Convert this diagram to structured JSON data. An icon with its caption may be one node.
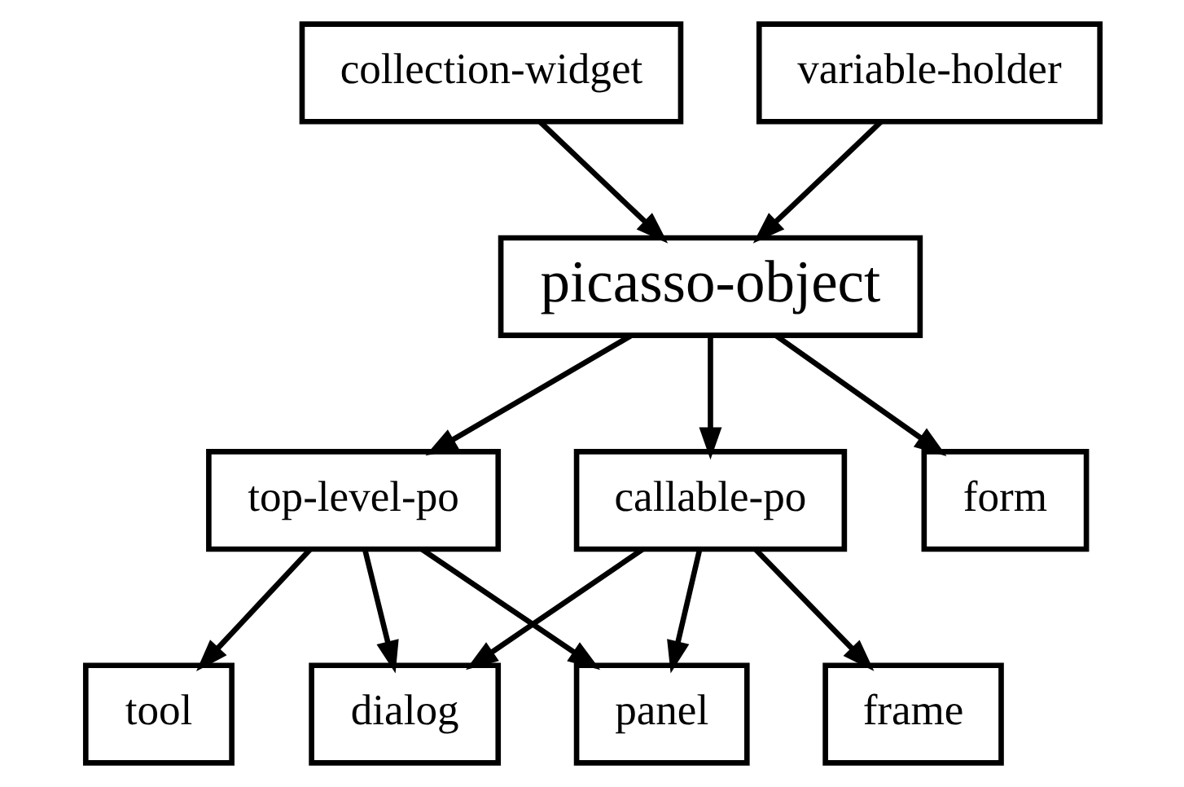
{
  "diagram": {
    "nodes": [
      {
        "text": [
          "collection-widget"
        ]
      },
      {
        "text": [
          "variable-holder"
        ]
      },
      {
        "text": [
          "picasso-object"
        ]
      },
      {
        "text": [
          "top-level-po"
        ]
      },
      {
        "text": [
          "callable-po"
        ]
      },
      {
        "text": [
          "tool"
        ]
      },
      {
        "text": [
          "dialog"
        ]
      },
      {
        "text": [
          "form"
        ]
      },
      {
        "text": [
          "panel"
        ]
      },
      {
        "text": [
          "frame"
        ]
      }
    ],
    "edges": [
      {
        "from": 0,
        "to": 2,
        "arrow": "to"
      },
      {
        "from": 1,
        "to": 2,
        "arrow": "to"
      },
      {
        "from": 2,
        "to": 3,
        "arrow": "to"
      },
      {
        "from": 2,
        "to": 7,
        "arrow": "to"
      },
      {
        "from": 2,
        "to": 4,
        "arrow": "to"
      },
      {
        "from": 3,
        "to": 5,
        "arrow": "to"
      },
      {
        "from": 3,
        "to": 6,
        "arrow": "to"
      },
      {
        "from": 3,
        "to": 8,
        "arrow": "to"
      },
      {
        "from": 4,
        "to": 6,
        "arrow": "to"
      },
      {
        "from": 4,
        "to": 8,
        "arrow": "to"
      },
      {
        "from": 4,
        "to": 9,
        "arrow": "to"
      }
    ]
  }
}
